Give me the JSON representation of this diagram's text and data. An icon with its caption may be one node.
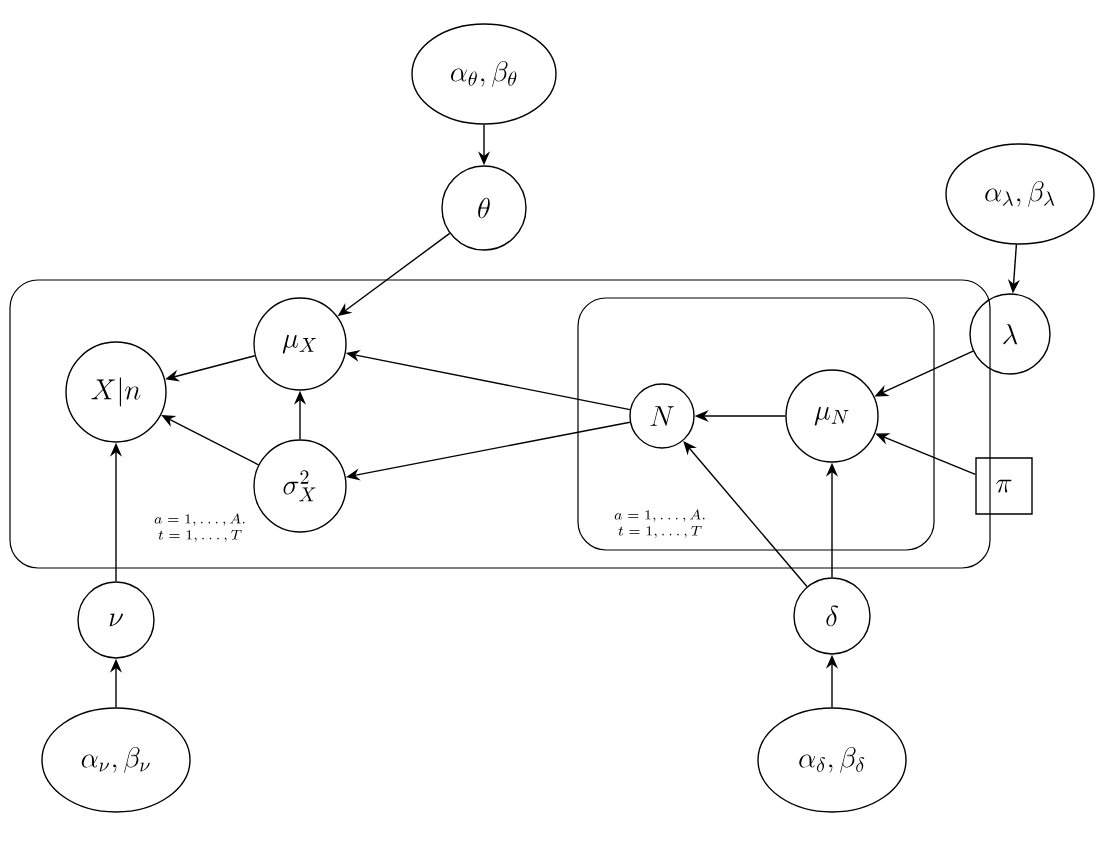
{
  "diagram": {
    "nodes": [
      {
        "text": [
          "\\alpha_{\\theta}, \\beta_{\\theta}"
        ]
      },
      {
        "text": [
          "\\theta"
        ]
      },
      {
        "text": [
          "\\alpha_{\\lambda}, \\beta_{\\lambda}"
        ]
      },
      {
        "text": [
          "\\lambda"
        ]
      },
      {
        "text": [
          "a = 1, \\ldots, A.",
          "t = 1, \\ldots, T"
        ]
      },
      {
        "text": [
          "X|n"
        ],
        "in": 4
      },
      {
        "text": [
          "\\mu_{X}"
        ],
        "in": 4
      },
      {
        "text": [
          "\\sigma_{X}^{2}"
        ],
        "in": 4
      },
      {
        "text": [
          "a = 1, \\ldots, A.",
          "t = 1, \\ldots, T"
        ],
        "in": 4
      },
      {
        "text": [
          "N"
        ],
        "in": 8
      },
      {
        "text": [
          "\\mu_{N}"
        ],
        "in": 8
      },
      {
        "text": [
          "\\pi"
        ]
      },
      {
        "text": [
          "\\nu"
        ]
      },
      {
        "text": [
          "\\delta"
        ]
      },
      {
        "text": [
          "\\alpha_{\\nu}, \\beta_{\\nu}"
        ]
      },
      {
        "text": [
          "\\alpha_{\\delta}, \\beta_{\\delta}"
        ]
      }
    ],
    "edges": [
      {
        "from": 0,
        "to": 1,
        "arrow": "to"
      },
      {
        "from": 1,
        "to": 6,
        "arrow": "to"
      },
      {
        "from": 2,
        "to": 3,
        "arrow": "to"
      },
      {
        "from": 3,
        "to": 10,
        "arrow": "to"
      },
      {
        "from": 6,
        "to": 5,
        "arrow": "to"
      },
      {
        "from": 7,
        "to": 6,
        "arrow": "to"
      },
      {
        "from": 7,
        "to": 5,
        "arrow": "to"
      },
      {
        "from": 9,
        "to": 6,
        "arrow": "to"
      },
      {
        "from": 9,
        "to": 7,
        "arrow": "to"
      },
      {
        "from": 10,
        "to": 9,
        "arrow": "to"
      },
      {
        "from": 11,
        "to": 10,
        "arrow": "to"
      },
      {
        "from": 13,
        "to": 9,
        "arrow": "to"
      },
      {
        "from": 13,
        "to": 10,
        "arrow": "to"
      },
      {
        "from": 14,
        "to": 12,
        "arrow": "to"
      },
      {
        "from": 12,
        "to": 5,
        "arrow": "to"
      },
      {
        "from": 15,
        "to": 13,
        "arrow": "to"
      }
    ]
  }
}
